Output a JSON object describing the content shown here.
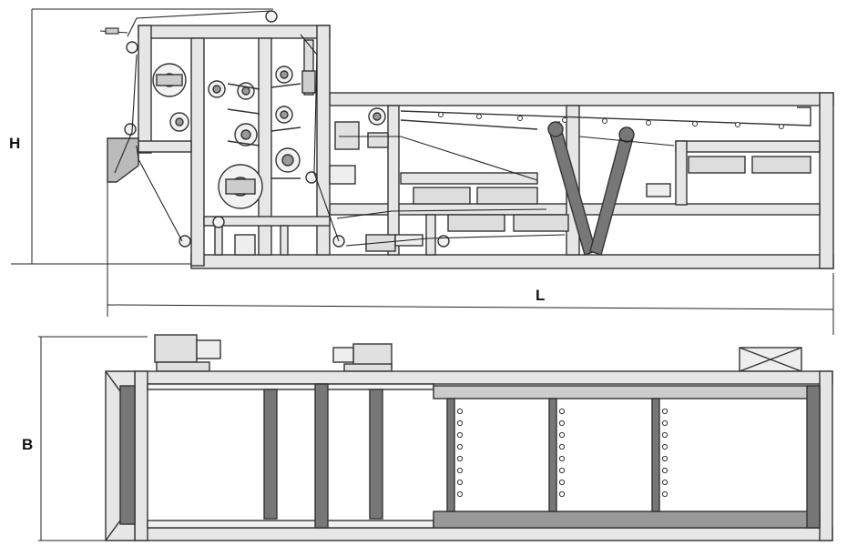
{
  "dimensions": {
    "height_label": "H",
    "length_label": "L",
    "width_label": "B"
  },
  "colors": {
    "frame_fill": "#e6e6e6",
    "frame_stroke": "#333333",
    "dark_member": "#777777",
    "line": "#222222",
    "background": "#ffffff"
  }
}
